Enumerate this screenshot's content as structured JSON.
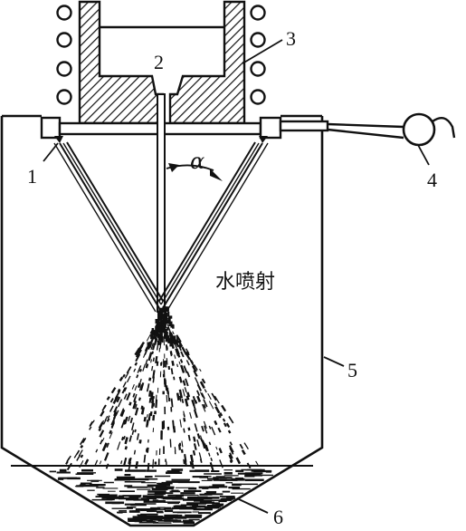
{
  "labels": {
    "one": "1",
    "two": "2",
    "three": "3",
    "four": "4",
    "five": "5",
    "six": "6",
    "alpha": "α",
    "water_spray": "水喷射"
  },
  "colors": {
    "ink": "#111111",
    "background": "#ffffff"
  }
}
